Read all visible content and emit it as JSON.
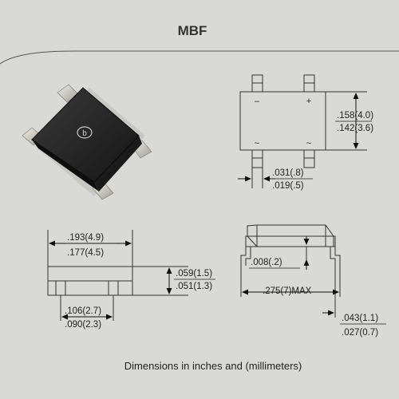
{
  "title": "MBF",
  "caption": "Dimensions in inches and (millimeters)",
  "top_view": {
    "pin_minus": "–",
    "pin_plus": "+",
    "pin_ac_left": "~",
    "pin_ac_right": "~",
    "height_max": ".158(4.0)",
    "height_min": ".142(3.6)",
    "lead_width_max": ".031(.8)",
    "lead_width_min": ".019(.5)"
  },
  "side_view": {
    "body_width_max": ".193(4.9)",
    "body_width_min": ".177(4.5)",
    "body_height_max": ".059(1.5)",
    "body_height_min": ".051(1.3)",
    "lead_pitch_max": ".106(2.7)",
    "lead_pitch_min": ".090(2.3)"
  },
  "end_view": {
    "lead_thickness": ".008(.2)",
    "overall_width": ".275(7)MAX",
    "foot_max": ".043(1.1)",
    "foot_min": ".027(0.7)"
  },
  "package_logo": "b"
}
